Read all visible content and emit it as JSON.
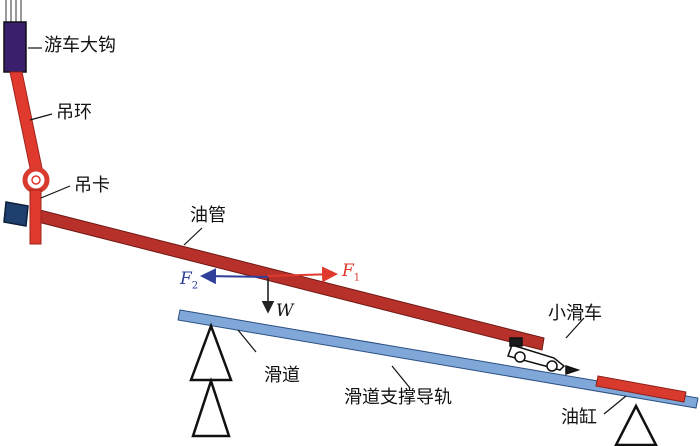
{
  "labels": {
    "hook": "游车大钩",
    "bail": "吊环",
    "elevator": "吊卡",
    "pipe": "油管",
    "trolley": "小滑车",
    "slide": "滑道",
    "guide_rail": "滑道支撑导轨",
    "cylinder": "油缸"
  },
  "forces": {
    "f1": {
      "symbol": "F",
      "subscript": "1"
    },
    "f2": {
      "symbol": "F",
      "subscript": "2"
    },
    "w": {
      "symbol": "W"
    }
  },
  "colors": {
    "hook": "#3a1f6e",
    "bail": "#e03a2f",
    "pipe": "#b8302a",
    "slide": "#7fa7d8",
    "cylinder": "#d93a2e",
    "f1_arrow": "#e03a2f",
    "f2_arrow": "#2f3f9a",
    "w_arrow": "#222222"
  }
}
